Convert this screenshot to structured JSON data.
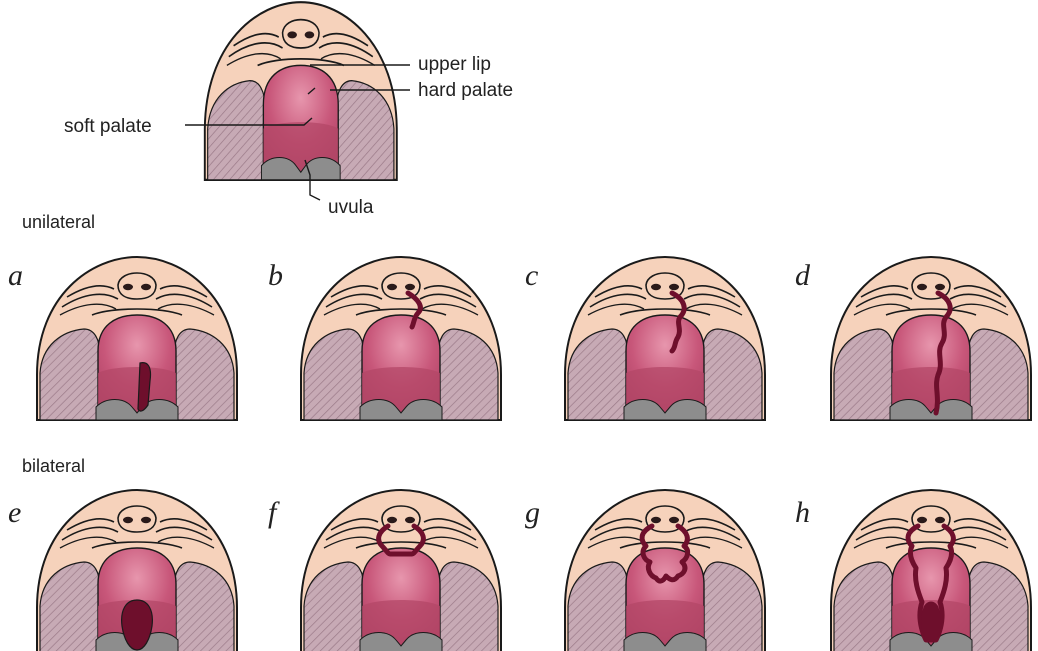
{
  "reference": {
    "labels": {
      "upper_lip": "upper lip",
      "hard_palate": "hard palate",
      "soft_palate": "soft palate",
      "uvula": "uvula"
    }
  },
  "sections": {
    "unilateral": "unilateral",
    "bilateral": "bilateral"
  },
  "panels": [
    {
      "letter": "a",
      "group": "unilateral",
      "cleft": "soft-palate-only"
    },
    {
      "letter": "b",
      "group": "unilateral",
      "cleft": "lip-only"
    },
    {
      "letter": "c",
      "group": "unilateral",
      "cleft": "lip-and-alveolus"
    },
    {
      "letter": "d",
      "group": "unilateral",
      "cleft": "lip-and-full-palate"
    },
    {
      "letter": "e",
      "group": "bilateral",
      "cleft": "soft-palate-wide"
    },
    {
      "letter": "f",
      "group": "bilateral",
      "cleft": "bilateral-lip"
    },
    {
      "letter": "g",
      "group": "bilateral",
      "cleft": "bilateral-lip-and-alveolus"
    },
    {
      "letter": "h",
      "group": "bilateral",
      "cleft": "bilateral-complete"
    }
  ],
  "colors": {
    "skin": "#f6d2bb",
    "skin_outline": "#1a1a1a",
    "cheek": "#c7aab5",
    "palate": "#c8577a",
    "palate_light": "#dd86a1",
    "soft_palate": "#b34767",
    "tongue": "#8d8d8d",
    "cleft": "#6e0f2c"
  }
}
